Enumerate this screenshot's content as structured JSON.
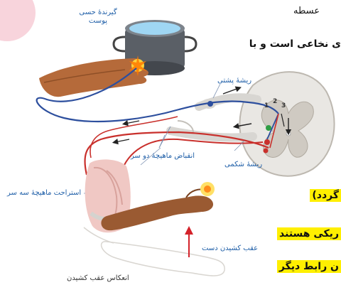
{
  "labels": {
    "receptor": "گیرندهٔ حسی پوست",
    "dorsal_root": "ریشهٔ پشتی",
    "ventral_root": "ریشهٔ شکمی",
    "biceps_contraction": "انقباض ماهیچهٔ دو سر",
    "triceps_relaxation": "استراحت ماهیچهٔ سه سر",
    "hand_withdrawal": "عقب کشیدن دست",
    "reflex_caption": "انعکاس عقب کشیدن",
    "neuron_numbers": [
      "1",
      "2",
      "3"
    ]
  },
  "text_fragments": {
    "top_right": "عسطه",
    "bold_line": "ی نخاعی است و با",
    "highlight_1": "گردد)",
    "highlight_2": "ریکی هستند",
    "highlight_3": "ن رابط دیگر"
  },
  "colors": {
    "sensory_neuron": "#2d4f9e",
    "motor_neuron": "#c9302c",
    "label_blue": "#1f5fa8",
    "highlight": "#ffef00"
  }
}
